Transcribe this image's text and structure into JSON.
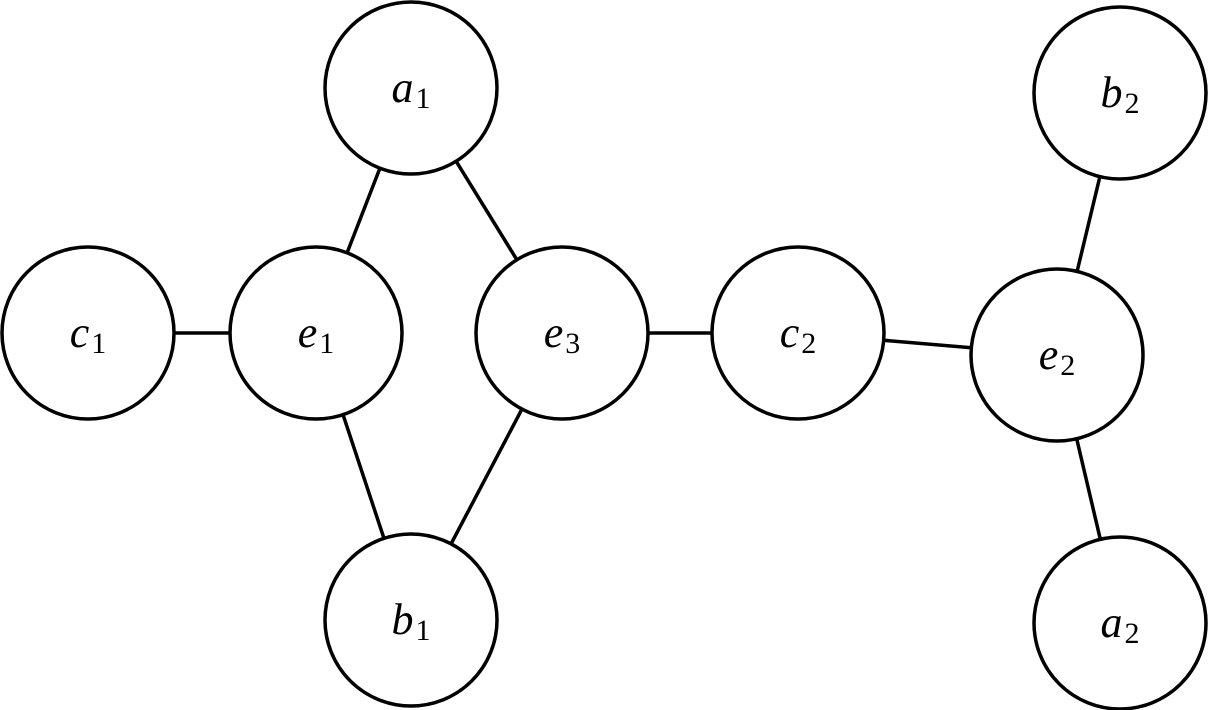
{
  "graph": {
    "nodes": [
      {
        "id": "c1",
        "symbol": "c",
        "subscript": "1"
      },
      {
        "id": "e1",
        "symbol": "e",
        "subscript": "1"
      },
      {
        "id": "a1",
        "symbol": "a",
        "subscript": "1"
      },
      {
        "id": "b1",
        "symbol": "b",
        "subscript": "1"
      },
      {
        "id": "e3",
        "symbol": "e",
        "subscript": "3"
      },
      {
        "id": "c2",
        "symbol": "c",
        "subscript": "2"
      },
      {
        "id": "e2",
        "symbol": "e",
        "subscript": "2"
      },
      {
        "id": "b2",
        "symbol": "b",
        "subscript": "2"
      },
      {
        "id": "a2",
        "symbol": "a",
        "subscript": "2"
      }
    ],
    "edges": [
      {
        "from": "c1",
        "to": "e1"
      },
      {
        "from": "e1",
        "to": "a1"
      },
      {
        "from": "e1",
        "to": "b1"
      },
      {
        "from": "a1",
        "to": "e3"
      },
      {
        "from": "b1",
        "to": "e3"
      },
      {
        "from": "e3",
        "to": "c2"
      },
      {
        "from": "c2",
        "to": "e2"
      },
      {
        "from": "e2",
        "to": "b2"
      },
      {
        "from": "e2",
        "to": "a2"
      }
    ]
  }
}
